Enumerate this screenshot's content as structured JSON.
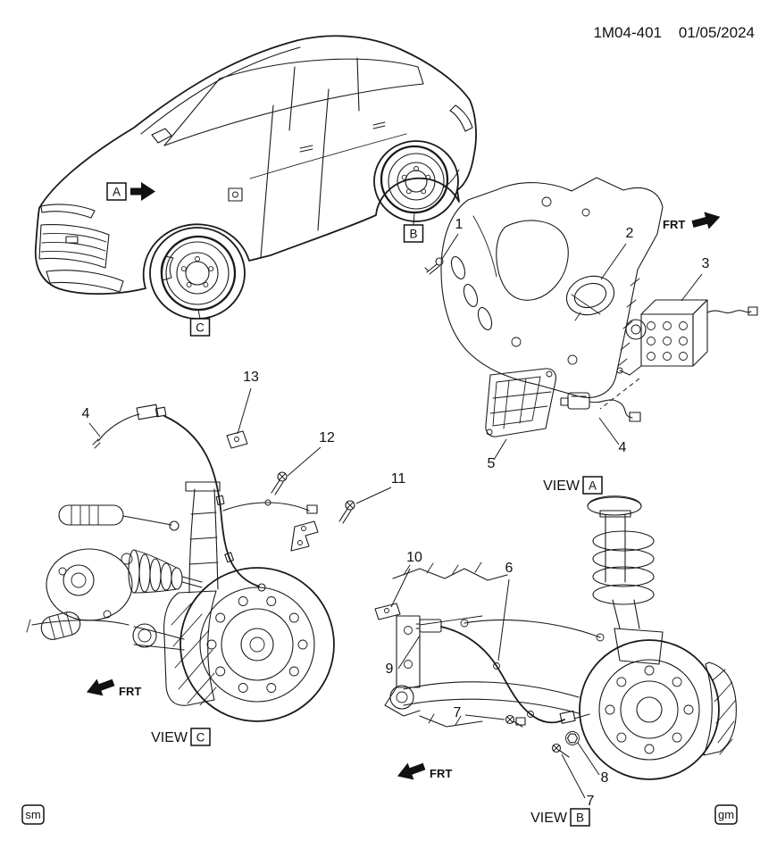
{
  "header": {
    "doc_id": "1M04-401",
    "date": "01/05/2024"
  },
  "vehicle": {
    "callout_a": "A",
    "callout_b": "B",
    "callout_c": "C"
  },
  "frt": "FRT",
  "views": {
    "a": {
      "word": "VIEW",
      "letter": "A",
      "parts": {
        "p1": "1",
        "p2": "2",
        "p3": "3",
        "p4": "4",
        "p5": "5"
      }
    },
    "c": {
      "word": "VIEW",
      "letter": "C",
      "parts": {
        "p4": "4",
        "p11": "11",
        "p12": "12",
        "p13": "13"
      }
    },
    "b": {
      "word": "VIEW",
      "letter": "B",
      "parts": {
        "p6": "6",
        "p7a": "7",
        "p7b": "7",
        "p8": "8",
        "p9": "9",
        "p10": "10"
      }
    }
  },
  "footer": {
    "left": "sm",
    "right": "gm"
  }
}
